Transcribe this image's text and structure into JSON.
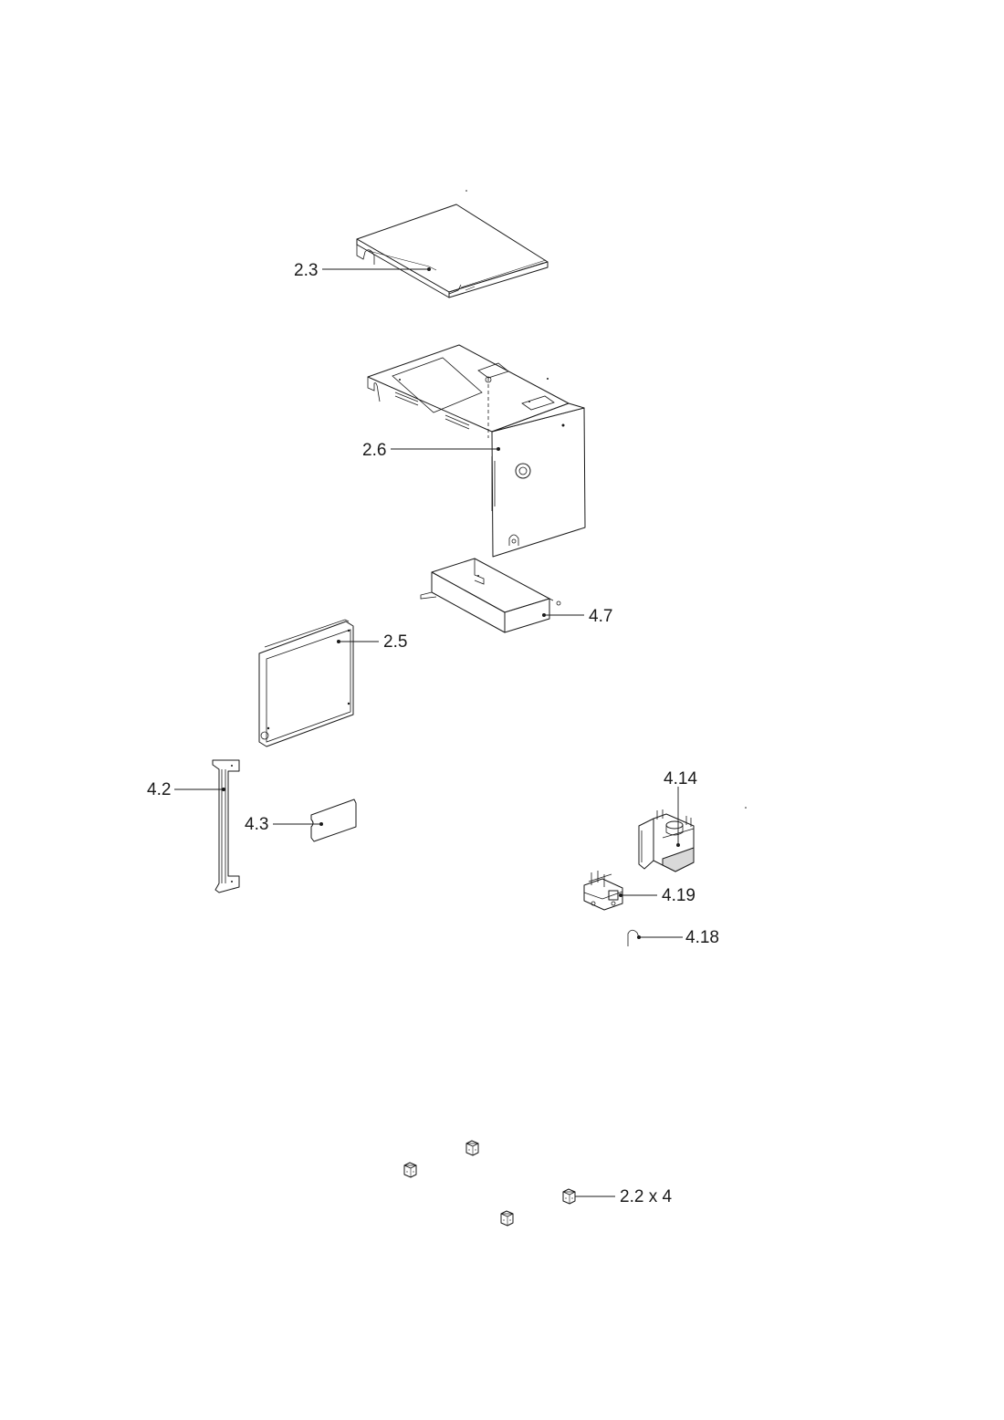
{
  "callouts": {
    "part_2_3": "2.3",
    "part_2_6": "2.6",
    "part_4_7": "4.7",
    "part_2_5": "2.5",
    "part_4_2": "4.2",
    "part_4_3": "4.3",
    "part_4_14": "4.14",
    "part_4_19": "4.19",
    "part_4_18": "4.18",
    "part_2_2": "2.2 x 4"
  }
}
